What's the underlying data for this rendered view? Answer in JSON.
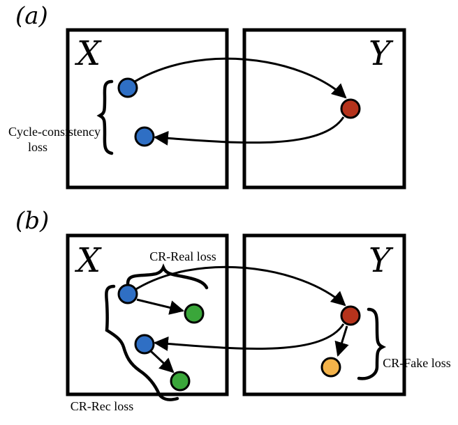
{
  "panel_a": {
    "label": "(a)",
    "domain_x": "X",
    "domain_y": "Y",
    "loss_label_line1": "Cycle-consistency",
    "loss_label_line2": "loss"
  },
  "panel_b": {
    "label": "(b)",
    "domain_x": "X",
    "domain_y": "Y",
    "cr_real_label": "CR-Real loss",
    "cr_fake_label": "CR-Fake loss",
    "cr_rec_label": "CR-Rec loss"
  },
  "colors": {
    "blue": "#2f6fc4",
    "red": "#b5331c",
    "green": "#3aa63a",
    "orange": "#f4b34a",
    "stroke": "#000000"
  }
}
